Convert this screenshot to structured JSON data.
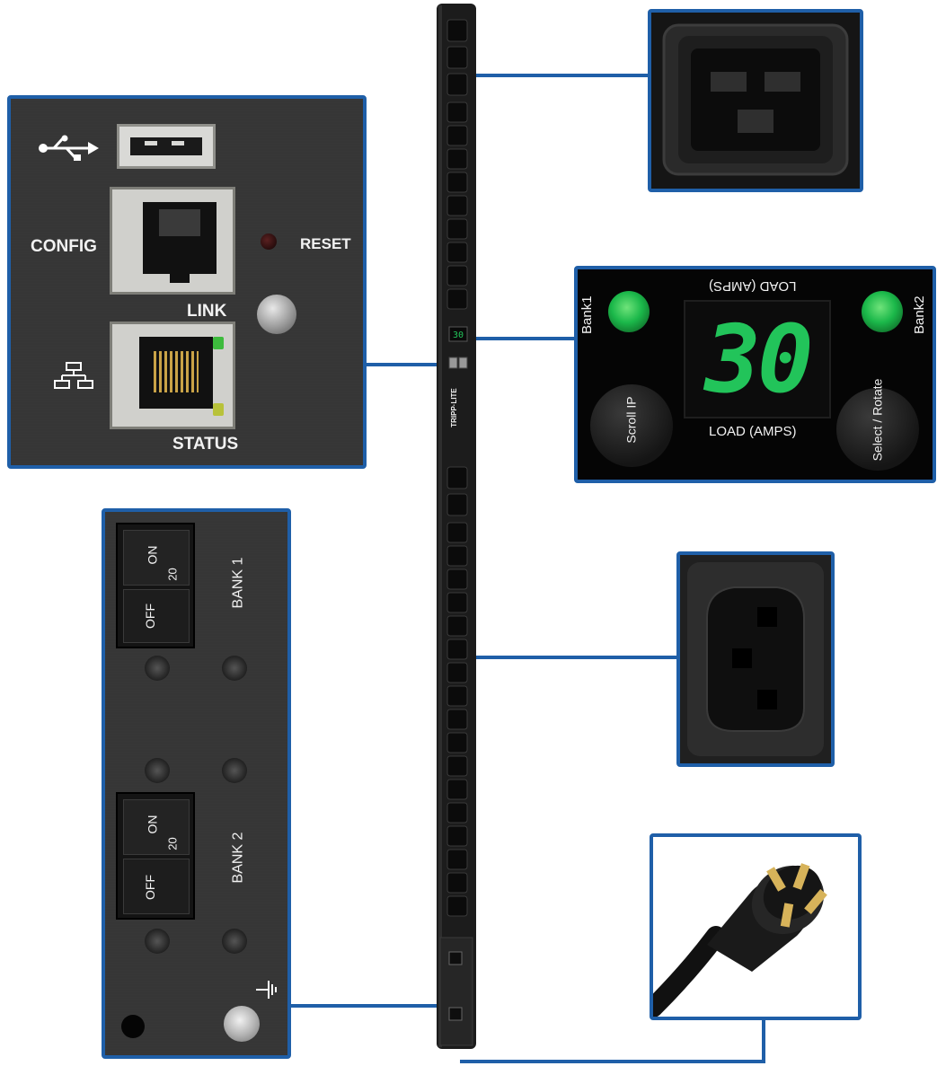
{
  "colors": {
    "accent_blue": "#1f5fa8",
    "segment_green": "#22c45a",
    "led_green": "#1bb84a",
    "panel_dark": "#222222"
  },
  "network_panel": {
    "usb_icon": "usb-icon",
    "config_label": "CONFIG",
    "reset_label": "RESET",
    "link_label": "LINK",
    "network_icon": "network-icon",
    "status_label": "STATUS"
  },
  "display_panel": {
    "top_label": "LOAD (AMPS)",
    "bank1_label": "Bank1",
    "bank2_label": "Bank2",
    "reading": "30",
    "load_label": "LOAD (AMPS)",
    "scroll_button": "Scroll IP",
    "select_button": "Select / Rotate"
  },
  "breaker_panel": {
    "bank1_label": "BANK 1",
    "bank2_label": "BANK 2",
    "on_label": "ON",
    "off_label": "OFF",
    "rating": "20",
    "ground_icon": "ground-icon"
  },
  "pdu": {
    "brand": "TRIPP·LITE",
    "mini_reading": "30"
  }
}
